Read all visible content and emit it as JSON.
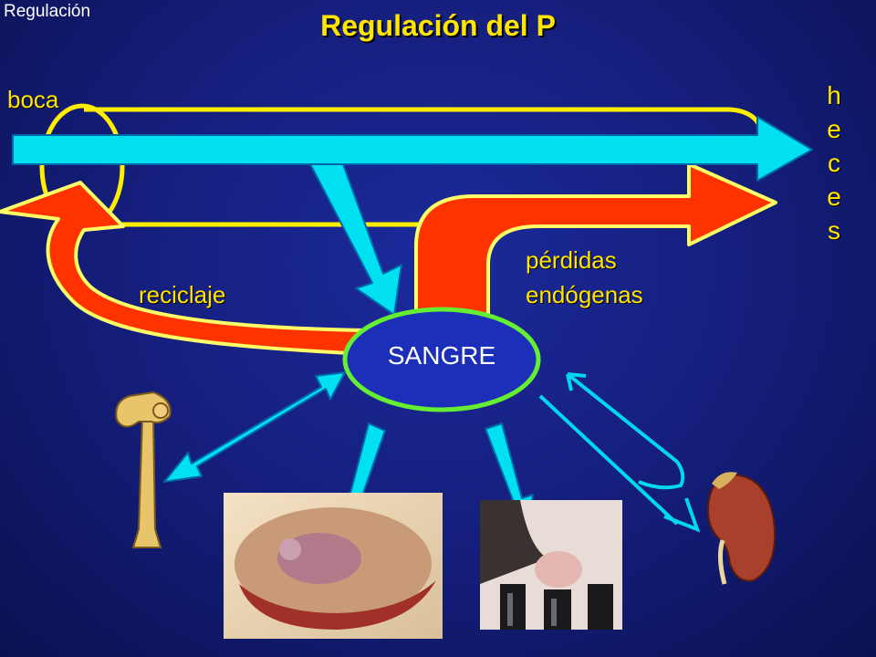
{
  "header": {
    "corner_text": "Regulación",
    "title": "Regulación del P"
  },
  "labels": {
    "boca": "boca",
    "heces": [
      "h",
      "e",
      "c",
      "e",
      "s"
    ],
    "reciclaje": "reciclaje",
    "perdidas_line1": "pérdidas",
    "perdidas_line2": "endógenas",
    "sangre": "SANGRE"
  },
  "pictures": [
    "bone",
    "fetus",
    "udder",
    "kidney"
  ],
  "colors": {
    "background": "#141d78",
    "title": "#ffe500",
    "intake_arrow": "#00e0f0",
    "endogenous_arrow": "#ff3300",
    "arrow_outline": "#ffff66",
    "sangre_outline": "#66ee33",
    "gut_outline": "#ffee00"
  }
}
